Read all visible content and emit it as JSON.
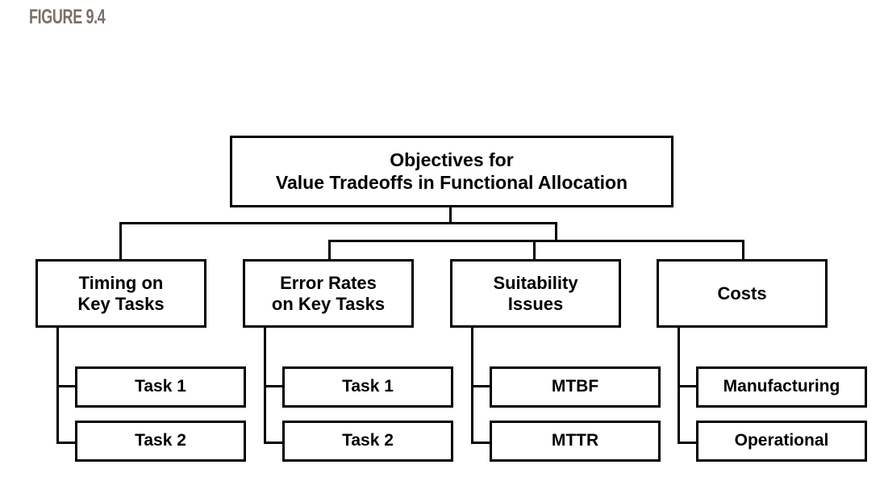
{
  "figure": {
    "label": "FIGURE 9.4",
    "label_color": "#7a6f68"
  },
  "diagram": {
    "type": "hierarchy-tree",
    "line_color": "#000000",
    "box_fill": "#ffffff",
    "text_color": "#000000",
    "root": {
      "line1": "Objectives for",
      "line2": "Value Tradeoffs in Functional Allocation"
    },
    "categories": [
      {
        "line1": "Timing on",
        "line2": "Key Tasks"
      },
      {
        "line1": "Error Rates",
        "line2": "on Key Tasks"
      },
      {
        "line1": "Suitability",
        "line2": "Issues"
      },
      {
        "line1": "Costs",
        "line2": ""
      }
    ],
    "leaves": [
      {
        "top": "Task 1",
        "bottom": "Task 2"
      },
      {
        "top": "Task 1",
        "bottom": "Task 2"
      },
      {
        "top": "MTBF",
        "bottom": "MTTR"
      },
      {
        "top": "Manufacturing",
        "bottom": "Operational"
      }
    ]
  }
}
